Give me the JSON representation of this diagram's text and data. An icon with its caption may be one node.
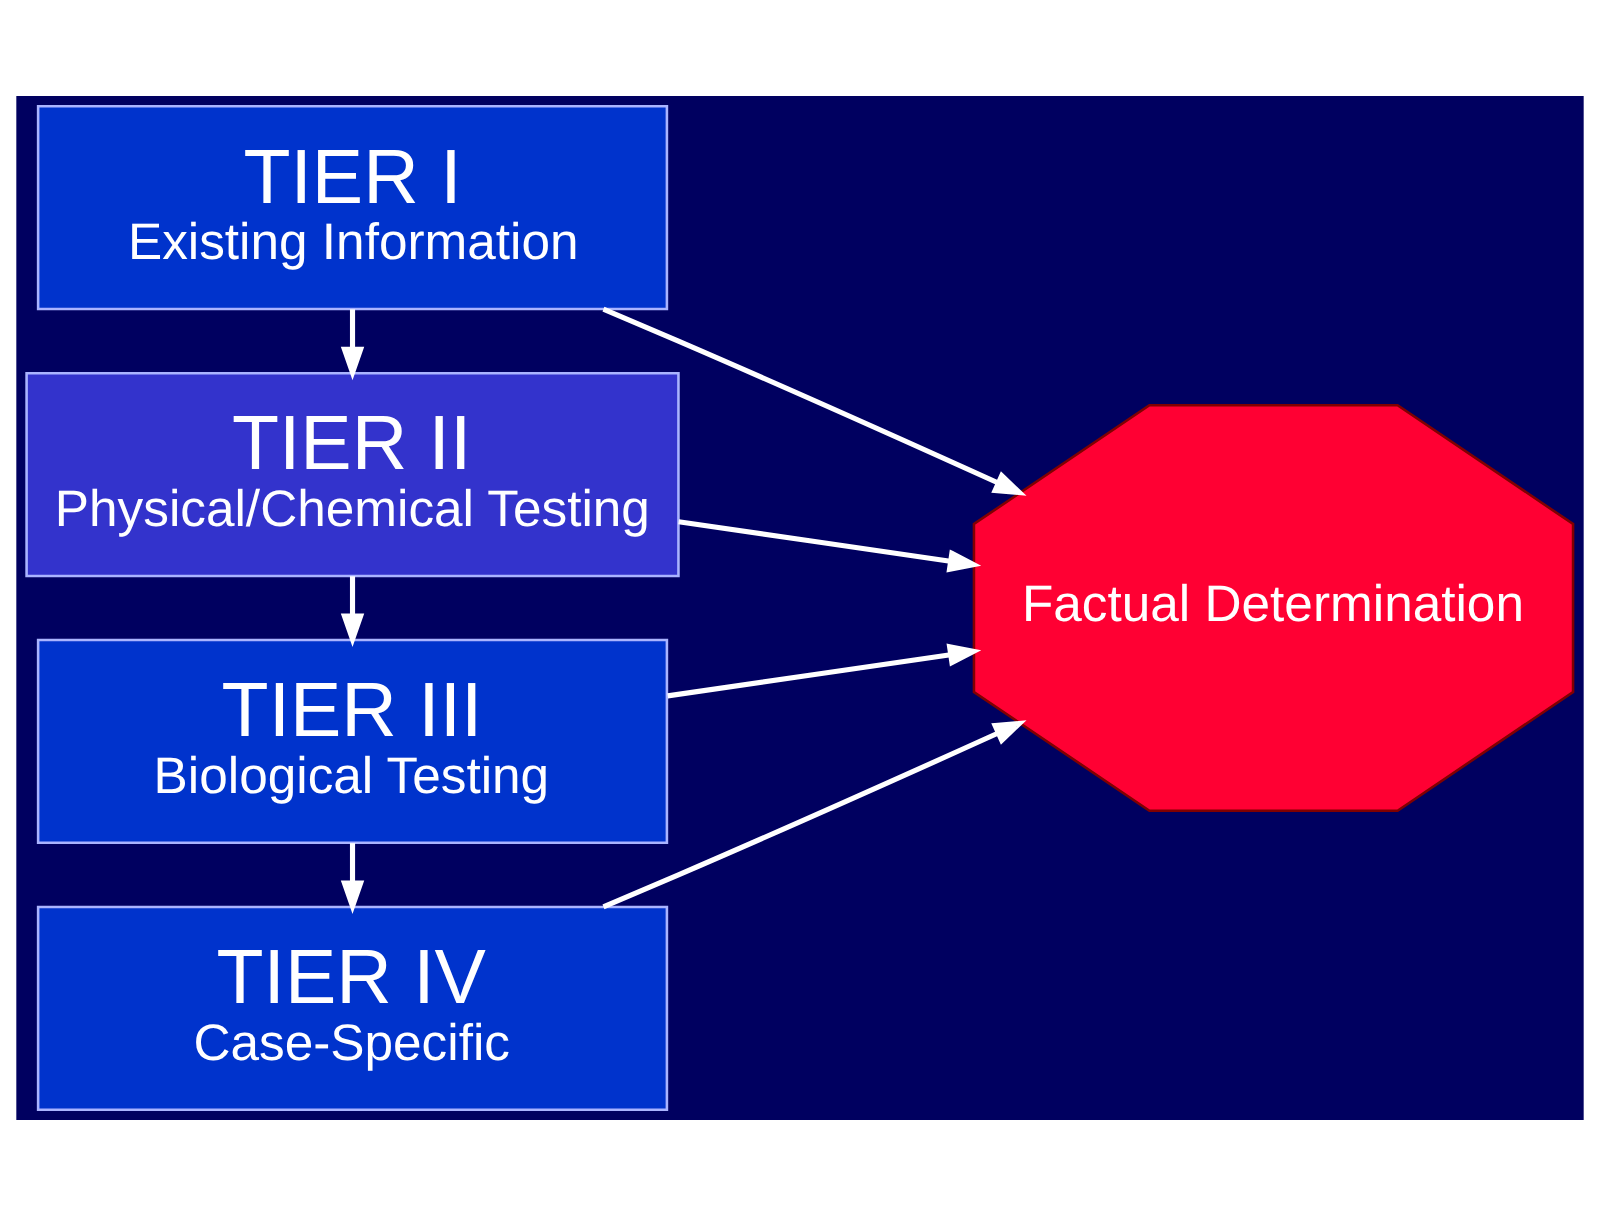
{
  "diagram": {
    "nodes": [
      {
        "text": [
          "TIER I",
          "Existing Information"
        ]
      },
      {
        "text": [
          "TIER II",
          "Physical/Chemical Testing"
        ]
      },
      {
        "text": [
          "TIER III",
          "Biological Testing"
        ]
      },
      {
        "text": [
          "TIER IV",
          "Case-Specific"
        ]
      },
      {
        "text": [
          "Factual Determination"
        ]
      }
    ],
    "edges": [
      {
        "from": 0,
        "to": 1,
        "arrow": "to"
      },
      {
        "from": 1,
        "to": 2,
        "arrow": "to"
      },
      {
        "from": 2,
        "to": 3,
        "arrow": "to"
      },
      {
        "from": 0,
        "to": 4,
        "arrow": "to"
      },
      {
        "from": 1,
        "to": 4,
        "arrow": "to"
      },
      {
        "from": 2,
        "to": 4,
        "arrow": "to"
      },
      {
        "from": 3,
        "to": 4,
        "arrow": "to"
      }
    ]
  }
}
